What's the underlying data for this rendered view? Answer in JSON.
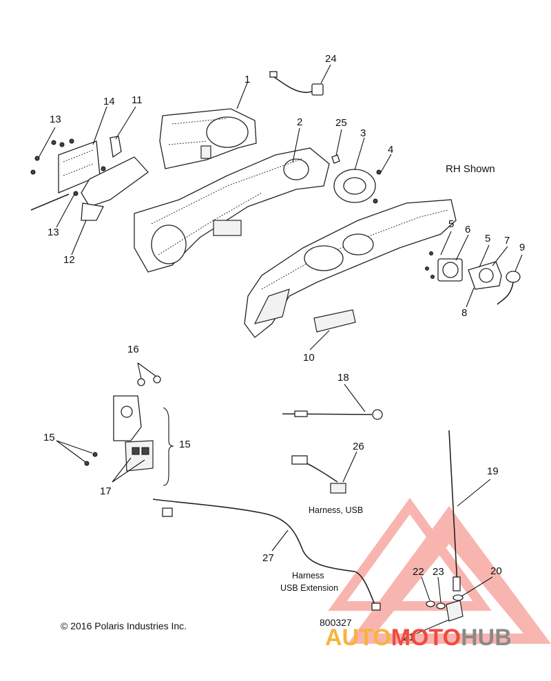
{
  "diagram": {
    "callouts": {
      "c1": "1",
      "c2": "2",
      "c3": "3",
      "c4": "4",
      "c5a": "5",
      "c5b": "5",
      "c6": "6",
      "c7": "7",
      "c8": "8",
      "c9": "9",
      "c10": "10",
      "c11": "11",
      "c12": "12",
      "c13a": "13",
      "c13b": "13",
      "c14": "14",
      "c15a": "15",
      "c15b": "15",
      "c16": "16",
      "c17": "17",
      "c18": "18",
      "c19": "19",
      "c20": "20",
      "c21": "21",
      "c22": "22",
      "c23": "23",
      "c24": "24",
      "c25": "25",
      "c26": "26",
      "c27": "27"
    },
    "rh_shown": "RH Shown",
    "harness_usb": "Harness, USB",
    "harness_ext_line1": "Harness",
    "harness_ext_line2": "USB Extension",
    "copyright": "© 2016 Polaris Industries Inc.",
    "drawing_number": "800327"
  },
  "watermark": {
    "part1": "AUTO",
    "part2": "MOTO",
    "part3": "HUB",
    "colors": {
      "auto": "#f7b43c",
      "moto": "#ef4b3f",
      "hub": "#8a8a8a",
      "triangle": "#f28a80"
    }
  }
}
